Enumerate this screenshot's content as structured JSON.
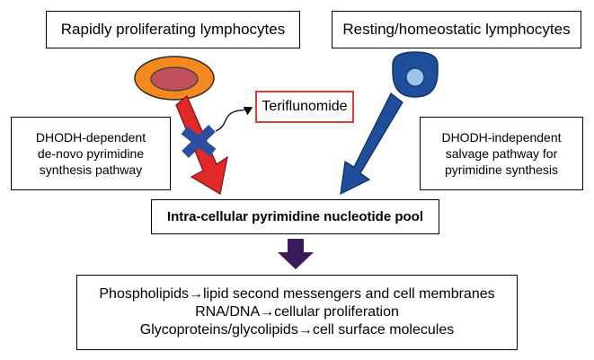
{
  "top_boxes": {
    "proliferating": "Rapidly proliferating lymphocytes",
    "resting": "Resting/homeostatic lymphocytes"
  },
  "inhibitor": "Teriflunomide",
  "pathways": {
    "dependent": [
      "DHODH-dependent",
      "de-novo pyrimidine",
      "synthesis pathway"
    ],
    "independent": [
      "DHODH-independent",
      "salvage pathway for",
      "pyrimidine synthesis"
    ]
  },
  "pool": "Intra-cellular pyrimidine nucleotide pool",
  "products": [
    "Phospholipids→lipid second messengers and cell membranes",
    "RNA/DNA→cellular proliferation",
    "Glycoproteins/glycolipids→cell surface molecules"
  ],
  "colors": {
    "red_arrow": "#e02a2a",
    "blue_arrow": "#1f4e9a",
    "blue_cross": "#2b4f9e",
    "prolif_cell_outer": "#f5891f",
    "prolif_cell_nucleus": "#c0505a",
    "resting_cell_outer": "#1f4e9a",
    "resting_cell_nucleus": "#9cc4ea",
    "teri_border": "#e03a3a",
    "down_arrow": "#3a1a5a"
  }
}
